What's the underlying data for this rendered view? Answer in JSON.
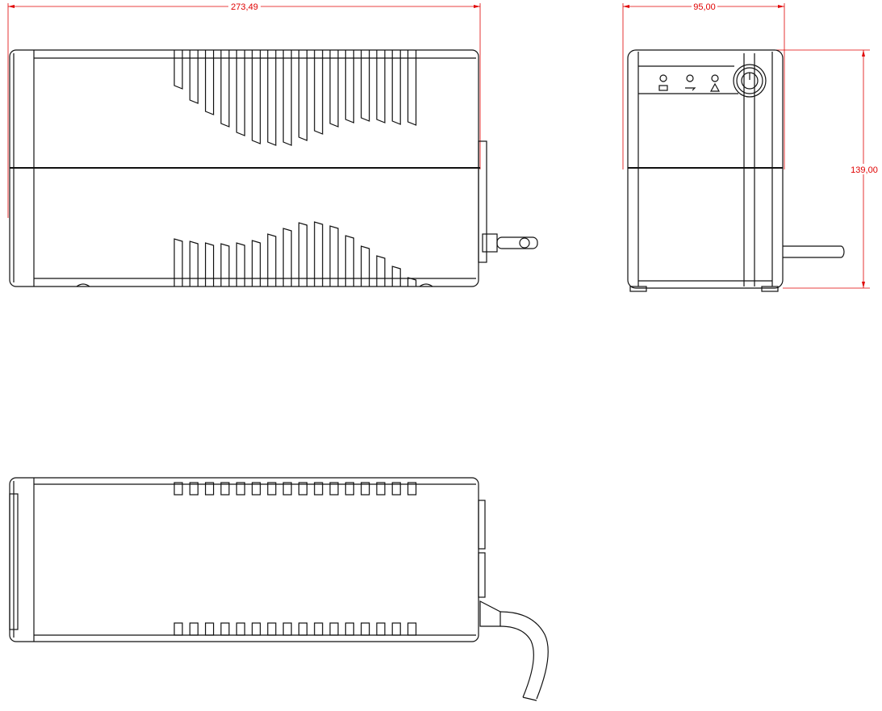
{
  "dimensions": {
    "length": "273,49",
    "width": "95,00",
    "height": "139,00"
  },
  "colors": {
    "dimension": "#e00000",
    "outline": "#111111"
  },
  "front_panel": {
    "indicators": [
      "battery-icon",
      "ac-line-icon",
      "warning-icon"
    ],
    "button": "power-icon"
  },
  "vents": {
    "count": 16,
    "upper_slot_depth": [
      48,
      66,
      80,
      95,
      106,
      116,
      118,
      118,
      112,
      104,
      95,
      90,
      88,
      90,
      92,
      93
    ],
    "lower_slot_height": [
      59,
      56,
      54,
      53,
      54,
      57,
      65,
      72,
      79,
      80,
      75,
      63,
      50,
      38,
      25,
      11
    ]
  }
}
